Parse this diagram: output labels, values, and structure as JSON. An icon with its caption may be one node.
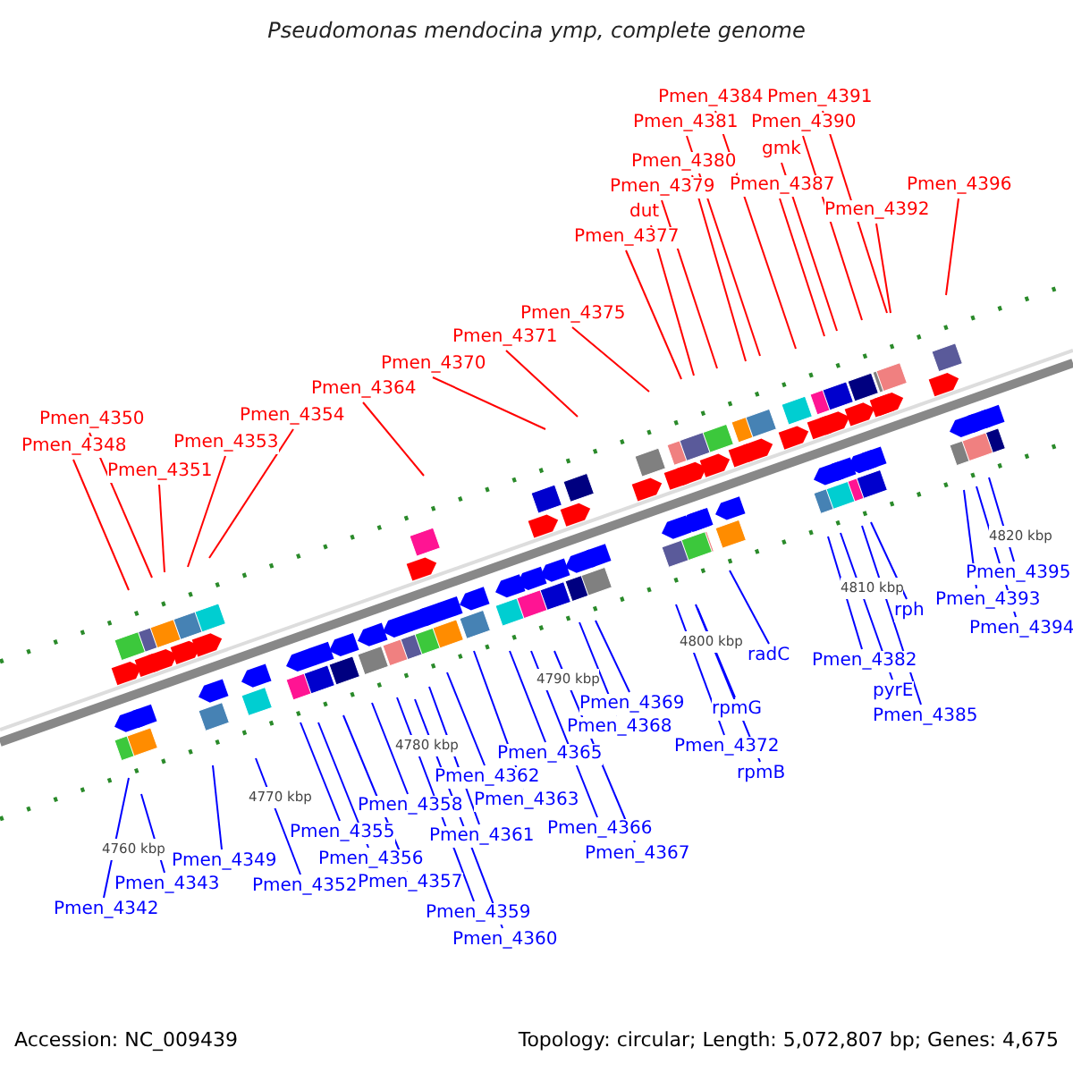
{
  "diagram": {
    "title": "Pseudomonas mendocina ymp, complete genome",
    "nodes": [
      {
        "text": [
          "Pmen_4350"
        ]
      },
      {
        "text": [
          "Pmen_4348"
        ]
      },
      {
        "text": [
          "Pmen_4351"
        ]
      },
      {
        "text": [
          "Pmen_4353"
        ]
      },
      {
        "text": [
          "Pmen_4354"
        ]
      },
      {
        "text": [
          "Pmen_4364"
        ]
      },
      {
        "text": [
          "Pmen_4370"
        ]
      },
      {
        "text": [
          "Pmen_4371"
        ]
      },
      {
        "text": [
          "Pmen_4375"
        ]
      },
      {
        "text": [
          "Pmen_4377"
        ]
      },
      {
        "text": [
          "dut"
        ]
      },
      {
        "text": [
          "Pmen_4379"
        ]
      },
      {
        "text": [
          "Pmen_4380"
        ]
      },
      {
        "text": [
          "Pmen_4381"
        ]
      },
      {
        "text": [
          "Pmen_4384"
        ]
      },
      {
        "text": [
          "Pmen_4387"
        ]
      },
      {
        "text": [
          "gmk"
        ]
      },
      {
        "text": [
          "Pmen_4390"
        ]
      },
      {
        "text": [
          "Pmen_4391"
        ]
      },
      {
        "text": [
          "Pmen_4392"
        ]
      },
      {
        "text": [
          "Pmen_4396"
        ]
      },
      {
        "text": [
          "Pmen_4342"
        ]
      },
      {
        "text": [
          "Pmen_4343"
        ]
      },
      {
        "text": [
          "Pmen_4349"
        ]
      },
      {
        "text": [
          "Pmen_4352"
        ]
      },
      {
        "text": [
          "Pmen_4355"
        ]
      },
      {
        "text": [
          "Pmen_4356"
        ]
      },
      {
        "text": [
          "Pmen_4357"
        ]
      },
      {
        "text": [
          "Pmen_4358"
        ]
      },
      {
        "text": [
          "Pmen_4359"
        ]
      },
      {
        "text": [
          "Pmen_4360"
        ]
      },
      {
        "text": [
          "Pmen_4361"
        ]
      },
      {
        "text": [
          "Pmen_4362"
        ]
      },
      {
        "text": [
          "Pmen_4363"
        ]
      },
      {
        "text": [
          "Pmen_4365"
        ]
      },
      {
        "text": [
          "Pmen_4366"
        ]
      },
      {
        "text": [
          "Pmen_4367"
        ]
      },
      {
        "text": [
          "Pmen_4368"
        ]
      },
      {
        "text": [
          "Pmen_4369"
        ]
      },
      {
        "text": [
          "rpmG"
        ]
      },
      {
        "text": [
          "Pmen_4372"
        ]
      },
      {
        "text": [
          "rpmB"
        ]
      },
      {
        "text": [
          "radC"
        ]
      },
      {
        "text": [
          "Pmen_4382"
        ]
      },
      {
        "text": [
          "pyrE"
        ]
      },
      {
        "text": [
          "Pmen_4385"
        ]
      },
      {
        "text": [
          "rph"
        ]
      },
      {
        "text": [
          "Pmen_4395"
        ]
      },
      {
        "text": [
          "Pmen_4393"
        ]
      },
      {
        "text": [
          "Pmen_4394"
        ]
      }
    ],
    "edges": [
      {
        "from": 0,
        "to": null,
        "arrow": "none",
        "color": "#ff0000"
      },
      {
        "from": 1,
        "to": null,
        "arrow": "none",
        "color": "#ff0000"
      },
      {
        "from": 2,
        "to": null,
        "arrow": "none",
        "color": "#ff0000"
      },
      {
        "from": 3,
        "to": null,
        "arrow": "none",
        "color": "#ff0000"
      },
      {
        "from": 4,
        "to": null,
        "arrow": "none",
        "color": "#ff0000"
      },
      {
        "from": 5,
        "to": null,
        "arrow": "none",
        "color": "#ff0000"
      },
      {
        "from": 6,
        "to": null,
        "arrow": "none",
        "color": "#ff0000"
      },
      {
        "from": 7,
        "to": null,
        "arrow": "none",
        "color": "#ff0000"
      },
      {
        "from": 8,
        "to": null,
        "arrow": "none",
        "color": "#ff0000"
      },
      {
        "from": 9,
        "to": null,
        "arrow": "none",
        "color": "#ff0000"
      },
      {
        "from": 10,
        "to": null,
        "arrow": "none",
        "color": "#ff0000"
      },
      {
        "from": 11,
        "to": null,
        "arrow": "none",
        "color": "#ff0000"
      },
      {
        "from": 12,
        "to": null,
        "arrow": "none",
        "color": "#ff0000"
      },
      {
        "from": 13,
        "to": null,
        "arrow": "none",
        "color": "#ff0000"
      },
      {
        "from": 14,
        "to": null,
        "arrow": "none",
        "color": "#ff0000"
      },
      {
        "from": 15,
        "to": null,
        "arrow": "none",
        "color": "#ff0000"
      },
      {
        "from": 16,
        "to": null,
        "arrow": "none",
        "color": "#ff0000"
      },
      {
        "from": 17,
        "to": null,
        "arrow": "none",
        "color": "#ff0000"
      },
      {
        "from": 18,
        "to": null,
        "arrow": "none",
        "color": "#ff0000"
      },
      {
        "from": 19,
        "to": null,
        "arrow": "none",
        "color": "#ff0000"
      },
      {
        "from": 20,
        "to": null,
        "arrow": "none",
        "color": "#ff0000"
      },
      {
        "from": 21,
        "to": null,
        "arrow": "none"
      },
      {
        "from": 22,
        "to": null,
        "arrow": "none"
      },
      {
        "from": 23,
        "to": null,
        "arrow": "none"
      },
      {
        "from": 24,
        "to": null,
        "arrow": "none"
      },
      {
        "from": 25,
        "to": null,
        "arrow": "none"
      },
      {
        "from": 26,
        "to": null,
        "arrow": "none"
      },
      {
        "from": 27,
        "to": null,
        "arrow": "none"
      },
      {
        "from": 28,
        "to": null,
        "arrow": "none"
      },
      {
        "from": 29,
        "to": null,
        "arrow": "none"
      },
      {
        "from": 30,
        "to": null,
        "arrow": "none"
      },
      {
        "from": 31,
        "to": null,
        "arrow": "none"
      },
      {
        "from": 32,
        "to": null,
        "arrow": "none"
      },
      {
        "from": 33,
        "to": null,
        "arrow": "none"
      },
      {
        "from": 34,
        "to": null,
        "arrow": "none"
      },
      {
        "from": 35,
        "to": null,
        "arrow": "none"
      },
      {
        "from": 36,
        "to": null,
        "arrow": "none"
      },
      {
        "from": 37,
        "to": null,
        "arrow": "none"
      },
      {
        "from": 38,
        "to": null,
        "arrow": "none"
      },
      {
        "from": 39,
        "to": null,
        "arrow": "none"
      },
      {
        "from": 40,
        "to": null,
        "arrow": "none"
      },
      {
        "from": 41,
        "to": null,
        "arrow": "none"
      },
      {
        "from": 42,
        "to": null,
        "arrow": "none"
      },
      {
        "from": 43,
        "to": null,
        "arrow": "none"
      },
      {
        "from": 44,
        "to": null,
        "arrow": "none"
      },
      {
        "from": 45,
        "to": null,
        "arrow": "none"
      },
      {
        "from": 46,
        "to": null,
        "arrow": "none"
      },
      {
        "from": 47,
        "to": null,
        "arrow": "none"
      },
      {
        "from": 48,
        "to": null,
        "arrow": "none"
      },
      {
        "from": 49,
        "to": null,
        "arrow": "none"
      }
    ],
    "labels": [
      "4760 kbp",
      "4770 kbp",
      "4780 kbp",
      "4790 kbp",
      "4800 kbp",
      "4810 kbp",
      "4820 kbp",
      "Accession: NC_009439",
      "Topology: circular; Length: 5,072,807 bp; Genes: 4,675"
    ]
  }
}
